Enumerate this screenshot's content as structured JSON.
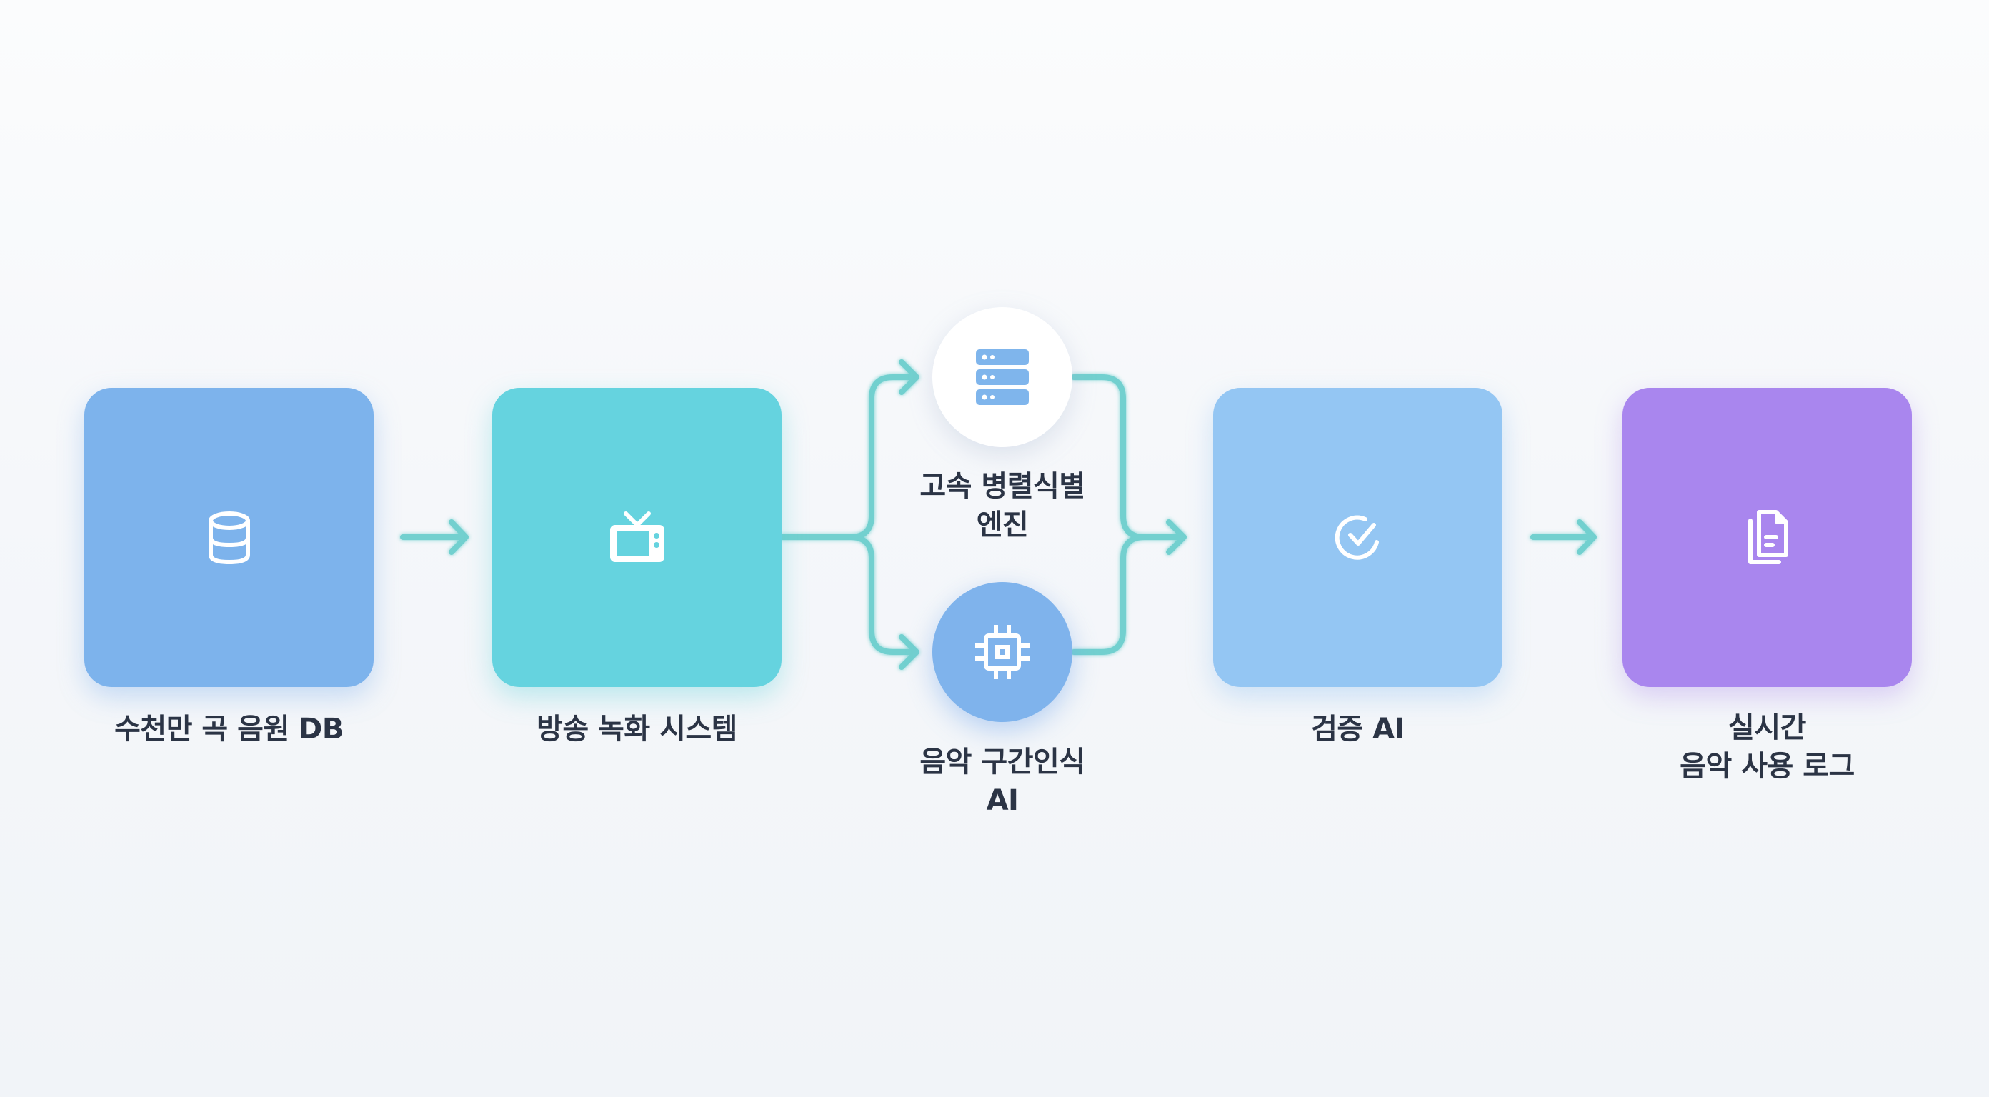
{
  "diagram": {
    "colors": {
      "connector": "#72d0cf",
      "label_text": "#2b3445",
      "db_box": "#7db3ec",
      "broadcast_box": "#65d3df",
      "verify_box": "#94c6f3",
      "log_box": "#a986ee",
      "engine_circle": "#ffffff",
      "ai_circle": "#7fb3ec"
    },
    "nodes": [
      {
        "id": "music-db",
        "icon": "database-icon",
        "label_lines": [
          "수천만 곡 음원 DB"
        ]
      },
      {
        "id": "broadcast-recording",
        "icon": "tv-icon",
        "label_lines": [
          "방송 녹화 시스템"
        ]
      },
      {
        "id": "parallel-engine",
        "icon": "server-icon",
        "label_lines": [
          "고속 병렬식별",
          "엔진"
        ]
      },
      {
        "id": "music-segment-ai",
        "icon": "chip-icon",
        "label_lines": [
          "음악 구간인식",
          "AI"
        ]
      },
      {
        "id": "verification-ai",
        "icon": "check-circle-icon",
        "label_lines": [
          "검증 AI"
        ]
      },
      {
        "id": "usage-log",
        "icon": "documents-icon",
        "label_lines": [
          "실시간",
          "음악 사용 로그"
        ]
      }
    ],
    "edges": [
      {
        "from": "music-db",
        "to": "broadcast-recording"
      },
      {
        "from": "broadcast-recording",
        "to": "parallel-engine"
      },
      {
        "from": "broadcast-recording",
        "to": "music-segment-ai"
      },
      {
        "from": "parallel-engine",
        "to": "verification-ai"
      },
      {
        "from": "music-segment-ai",
        "to": "verification-ai"
      },
      {
        "from": "verification-ai",
        "to": "usage-log"
      }
    ]
  }
}
